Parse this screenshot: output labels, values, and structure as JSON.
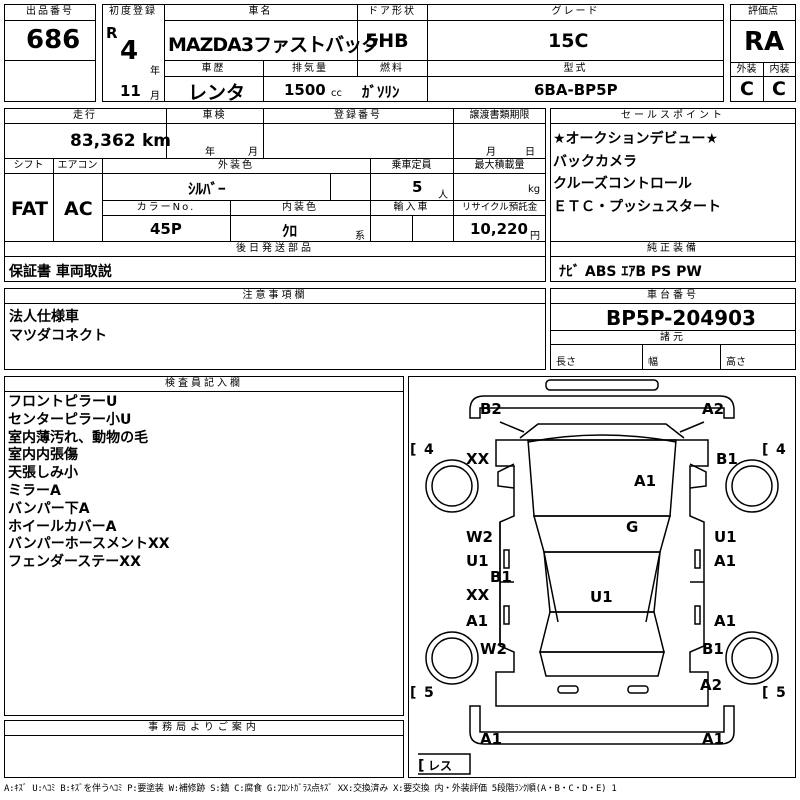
{
  "header": {
    "lot_label": "出品番号",
    "lot_no": "686",
    "first_reg_label": "初度登録",
    "era": "R",
    "year": "4",
    "year_unit": "年",
    "month": "11",
    "month_unit": "月",
    "car_name_label": "車名",
    "car_name": "MAZDA3ファストバック",
    "door_label": "ドア形状",
    "door": "5HB",
    "grade_label": "グレード",
    "grade": "15C",
    "score_label": "評価点",
    "score": "RA",
    "history_label": "車歴",
    "history": "レンタ",
    "displacement_label": "排気量",
    "displacement": "1500",
    "cc": "cc",
    "fuel_label": "燃料",
    "fuel": "ｶﾞｿﾘﾝ",
    "model_label": "型式",
    "model": "6BA-BP5P",
    "ext_label": "外装",
    "ext": "C",
    "int_label": "内装",
    "int": "C"
  },
  "row2": {
    "mileage_label": "走行",
    "mileage": "83,362",
    "km": "km",
    "inspection_label": "車検",
    "insp_year_unit": "年",
    "insp_month_unit": "月",
    "reg_no_label": "登録番号",
    "transfer_label": "譲渡書類期限",
    "transfer_month_unit": "月",
    "transfer_day_unit": "日"
  },
  "row3": {
    "shift_label": "シフト",
    "shift": "FAT",
    "ac_label": "エアコン",
    "ac": "AC",
    "ext_color_label": "外装色",
    "ext_color": "ｼﾙﾊﾞｰ",
    "capacity_label": "乗車定員",
    "capacity": "5",
    "capacity_unit": "人",
    "load_label": "最大積載量",
    "load_unit": "kg",
    "color_no_label": "カラーNo.",
    "color_no": "45P",
    "int_color_label": "内装色",
    "int_color": "ｸﾛ",
    "int_color_unit": "系",
    "import_label": "輸入車",
    "recycle_label": "リサイクル預託金",
    "recycle": "10,220",
    "recycle_unit": "円"
  },
  "sales": {
    "label": "セールスポイント",
    "items": [
      "★オークションデビュー★",
      "バックカメラ",
      "クルーズコントロール",
      "ＥＴＣ・プッシュスタート"
    ]
  },
  "later_parts": {
    "label": "後日発送部品",
    "value": "保証書 車両取説"
  },
  "equipment": {
    "label": "純正装備",
    "value": "ﾅﾋﾞ ABS ｴｱB PS PW"
  },
  "caution": {
    "label": "注意事項欄",
    "items": [
      "法人仕様車",
      "マツダコネクト"
    ]
  },
  "chassis": {
    "label": "車台番号",
    "value": "BP5P-204903",
    "spec_label": "諸元",
    "length_label": "長さ",
    "width_label": "幅",
    "height_label": "高さ"
  },
  "inspector": {
    "label": "検査員記入欄",
    "items": [
      "フロントピラーU",
      "センターピラー小U",
      "室内薄汚れ、動物の毛",
      "室内内張傷",
      "天張しみ小",
      "ミラーA",
      "バンパー下A",
      "ホイールカバーA",
      "バンパーホースメントXX",
      "フェンダーステーXX"
    ]
  },
  "diagram": {
    "marks": {
      "front_left": "B2",
      "front_right": "A2",
      "tyre_fl": "XX",
      "tyre_fr": "B1",
      "hood": "A1",
      "windshield": "G",
      "door_fl_top": "W2",
      "door_fl_bottom": "U1",
      "door_fr_top": "U1",
      "door_fr_bottom": "A1",
      "pillar": "B1",
      "roof": "U1",
      "door_rl_top": "XX",
      "door_rl_bottom": "A1",
      "door_rr": "A1",
      "tyre_rl": "W2",
      "tyre_rr": "B1",
      "rear_right": "A2",
      "bumper_l": "A1",
      "bumper_r": "A1"
    },
    "front_tyre_left": "4",
    "front_tyre_right": "4",
    "rear_tyre_left": "5",
    "rear_tyre_right": "5",
    "spare": "レス"
  },
  "office": {
    "label": "事務局よりご案内"
  },
  "legend": "A:ｷｽﾞ U:ﾍｺﾐ B:ｷｽﾞを伴うﾍｺﾐ P:要塗装 W:補修跡 S:錆 C:腐食 G:ﾌﾛﾝﾄｶﾞﾗｽ点ｷｽﾞ XX:交換済み X:要交換 内・外装評価 5段階ﾗﾝｸ順(A・B・C・D・E) 1"
}
